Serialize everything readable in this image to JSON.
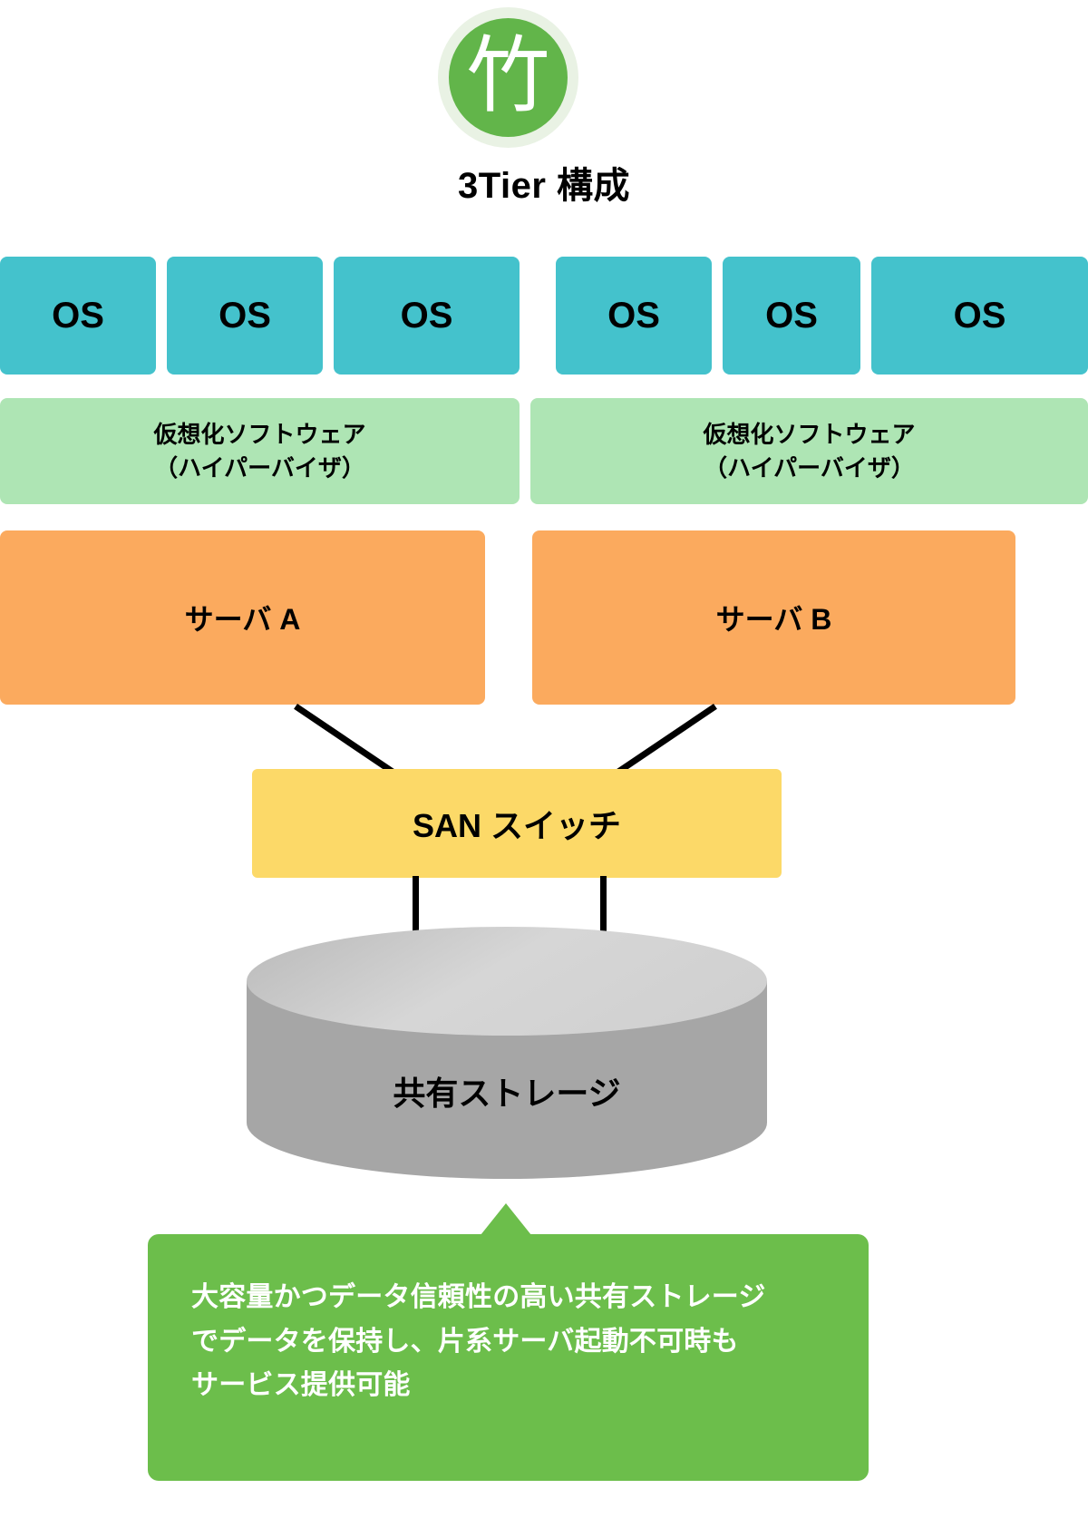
{
  "logo": {
    "glyph": "竹",
    "ring_color": "#e9f2e4",
    "circle_color": "#62b54a",
    "glyph_color": "#ffffff",
    "name": "bamboo-logo"
  },
  "title": "3Tier 構成",
  "colors": {
    "os": "#44c2cc",
    "hypervisor": "#aee5b4",
    "server": "#fbaa5e",
    "san_switch": "#fcd968",
    "storage_body": "#a6a6a6",
    "storage_top": "#d6d6d6",
    "callout": "#6cbe4b",
    "line": "#000000",
    "text": "#000000",
    "callout_text": "#ffffff"
  },
  "columns": [
    {
      "id": "left",
      "os_boxes": [
        {
          "label": "OS"
        },
        {
          "label": "OS"
        },
        {
          "label": "OS"
        }
      ],
      "hypervisor": {
        "line1": "仮想化ソフトウェア",
        "line2": "（ハイパーバイザ）"
      },
      "server": {
        "label": "サーバ A"
      }
    },
    {
      "id": "right",
      "os_boxes": [
        {
          "label": "OS"
        },
        {
          "label": "OS"
        },
        {
          "label": "OS"
        }
      ],
      "hypervisor": {
        "line1": "仮想化ソフトウェア",
        "line2": "（ハイパーバイザ）"
      },
      "server": {
        "label": "サーバ B"
      }
    }
  ],
  "san_switch": {
    "label": "SAN スイッチ"
  },
  "storage": {
    "label": "共有ストレージ"
  },
  "callout": {
    "lines": [
      "大容量かつデータ信頼性の高い共有ストレージ",
      "でデータを保持し、片系サーバ起動不可時も",
      "サービス提供可能"
    ]
  }
}
